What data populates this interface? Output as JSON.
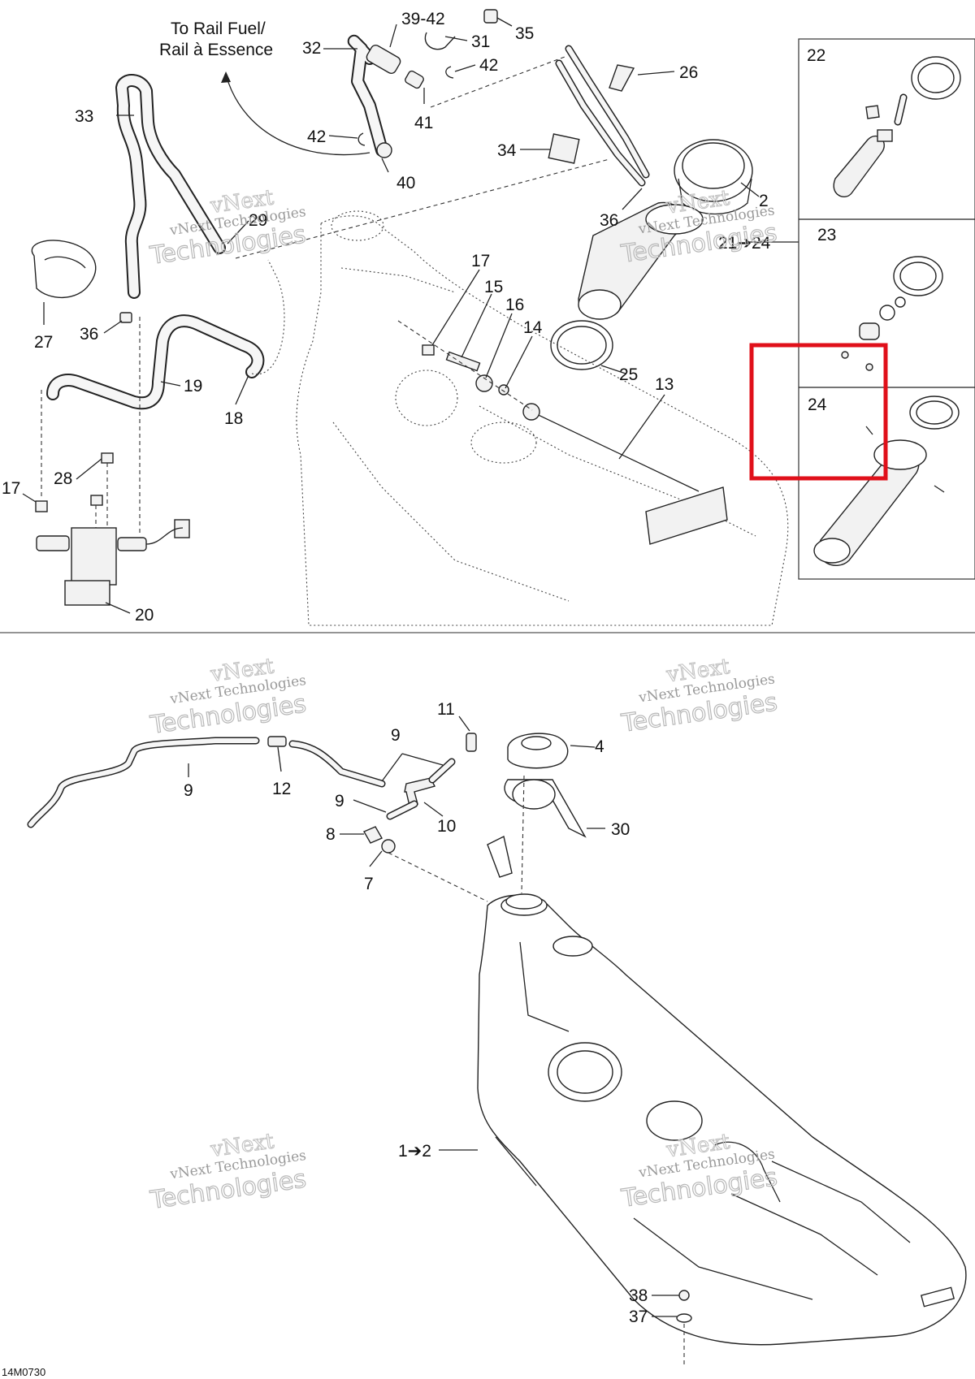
{
  "header": {
    "rail_note_line1": "To Rail Fuel/",
    "rail_note_line2": "Rail à Essence"
  },
  "labels": {
    "l39_42": "39-42",
    "l35": "35",
    "l32": "32",
    "l31": "31",
    "l42a": "42",
    "l26": "26",
    "l33": "33",
    "l41": "41",
    "l42b": "42",
    "l34": "34",
    "l40": "40",
    "l2": "2",
    "l36a": "36",
    "l29": "29",
    "l21_24": "21➔24",
    "l17a": "17",
    "l15": "15",
    "l16": "16",
    "l14": "14",
    "l27": "27",
    "l36b": "36",
    "l25": "25",
    "l13": "13",
    "l19": "19",
    "l18": "18",
    "l17b": "17",
    "l28": "28",
    "l20": "20",
    "l11": "11",
    "l9a": "9",
    "l4": "4",
    "l9b": "9",
    "l12": "12",
    "l9c": "9",
    "l10": "10",
    "l30": "30",
    "l8": "8",
    "l7": "7",
    "l1_2": "1➔2",
    "l38": "38",
    "l37": "37"
  },
  "inset_boxes": {
    "box22": "22",
    "box23": "23",
    "box24": "24"
  },
  "watermark": {
    "line1": "vNext",
    "line2": "vNext Technologies",
    "line3": "Technologies"
  },
  "figure_code": "14M0730",
  "colors": {
    "highlight": "#e0101a",
    "line": "#222222",
    "watermark": "#b8b8b8"
  }
}
